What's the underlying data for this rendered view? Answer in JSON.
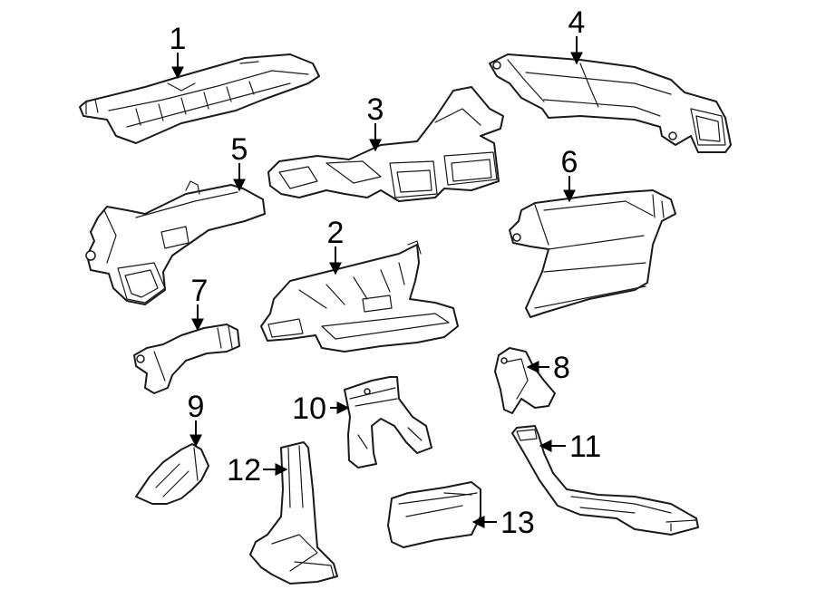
{
  "callouts": {
    "c1": "1",
    "c2": "2",
    "c3": "3",
    "c4": "4",
    "c5": "5",
    "c6": "6",
    "c7": "7",
    "c8": "8",
    "c9": "9",
    "c10": "10",
    "c11": "11",
    "c12": "12",
    "c13": "13"
  },
  "colors": {
    "line": "#1a1a1a",
    "background": "#ffffff"
  }
}
